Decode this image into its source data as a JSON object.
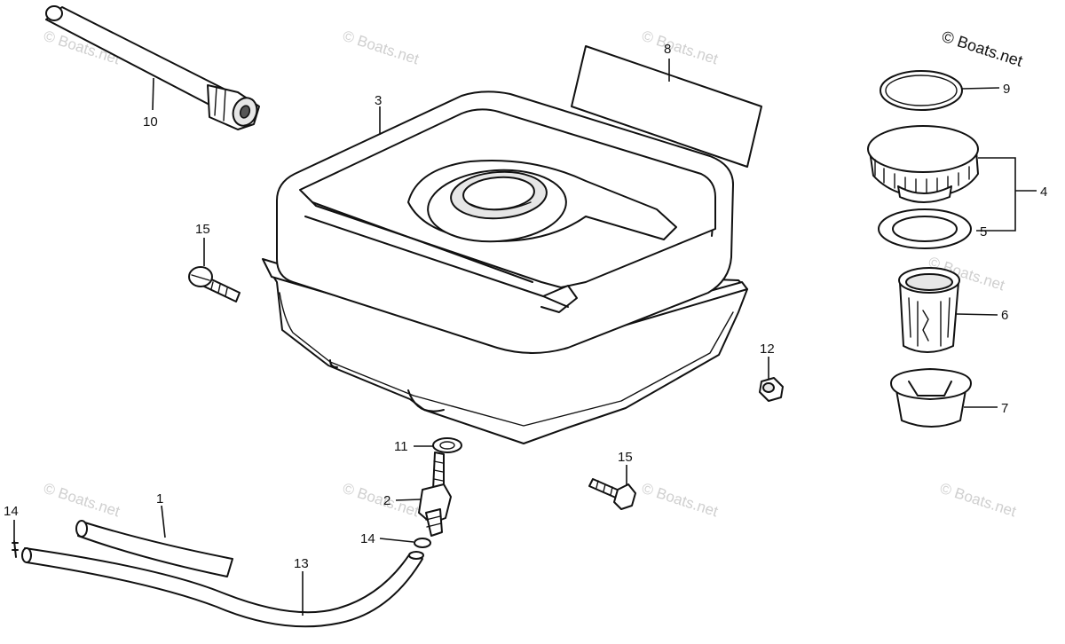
{
  "copyright": "© Boats.net",
  "watermarks": [
    "© Boats.net",
    "© Boats.net",
    "© Boats.net",
    "© Boats.net",
    "© Boats.net",
    "© Boats.net",
    "© Boats.net",
    "© Boats.net"
  ],
  "callouts": {
    "c1": "1",
    "c2": "2",
    "c3": "3",
    "c4": "4",
    "c5": "5",
    "c6": "6",
    "c7": "7",
    "c8": "8",
    "c9": "9",
    "c10": "10",
    "c11": "11",
    "c12": "12",
    "c13": "13",
    "c14a": "14",
    "c14b": "14",
    "c15a": "15",
    "c15b": "15"
  }
}
